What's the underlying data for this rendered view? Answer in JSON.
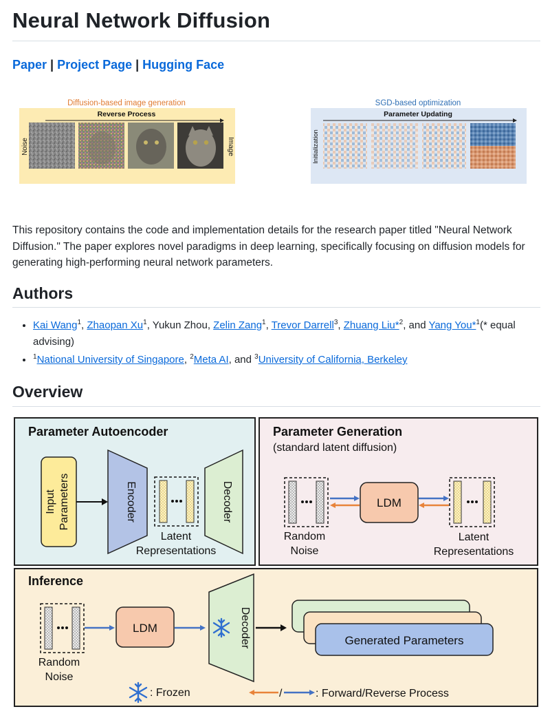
{
  "title": "Neural Network Diffusion",
  "links": {
    "paper": "Paper",
    "project_page": "Project Page",
    "hugging_face": "Hugging Face",
    "separator": " | "
  },
  "teaser": {
    "left_caption": "Diffusion-based image generation",
    "left_header": "Reverse Process",
    "left_start": "Noise",
    "left_end": "Image",
    "right_caption": "SGD-based optimization",
    "right_header": "Parameter Updating",
    "right_start": "Initialization"
  },
  "description": "This repository contains the code and implementation details for the research paper titled \"Neural Network Diffusion.\" The paper explores novel paradigms in deep learning, specifically focusing on diffusion models for generating high-performing neural network parameters.",
  "authors_heading": "Authors",
  "authors": [
    {
      "name": "Kai Wang",
      "sup": "1",
      "link": true,
      "sep": ", "
    },
    {
      "name": "Zhaopan Xu",
      "sup": "1",
      "link": true,
      "sep": ", "
    },
    {
      "name": "Yukun Zhou",
      "sup": "",
      "link": false,
      "sep": ", "
    },
    {
      "name": "Zelin Zang",
      "sup": "1",
      "link": true,
      "sep": ", "
    },
    {
      "name": "Trevor Darrell",
      "sup": "3",
      "link": true,
      "sep": ", "
    },
    {
      "name": "Zhuang Liu*",
      "sup": "2",
      "link": true,
      "sep": ", and "
    },
    {
      "name": "Yang You*",
      "sup": "1",
      "link": true,
      "sep": "(* equal advising)"
    }
  ],
  "affiliations": [
    {
      "sup": "1",
      "name": "National University of Singapore",
      "sep": ", "
    },
    {
      "sup": "2",
      "name": "Meta AI",
      "sep": ", and "
    },
    {
      "sup": "3",
      "name": "University of California, Berkeley",
      "sep": ""
    }
  ],
  "overview_heading": "Overview",
  "diagram": {
    "ae_title": "Parameter Autoencoder",
    "input_l1": "Input",
    "input_l2": "Parameters",
    "encoder": "Encoder",
    "decoder": "Decoder",
    "latent_l1": "Latent",
    "latent_l2": "Representations",
    "gen_title": "Parameter Generation",
    "gen_subtitle": "(standard latent diffusion)",
    "ldm": "LDM",
    "random": "Random",
    "noise": "Noise",
    "inf_title": "Inference",
    "generated": "Generated Parameters",
    "frozen": ": Frozen",
    "fr_process": ": Forward/Reverse Process",
    "slash": "/"
  },
  "colors": {
    "link": "#0969da",
    "ae_bg": "#e2f0f1",
    "gen_bg": "#f7ecee",
    "inf_bg": "#fbefd8",
    "input_fill": "#fdeb9a",
    "encoder_fill": "#b3c3e6",
    "decoder_fill": "#dceed2",
    "ldm_fill": "#f7c9ad",
    "gen_fill": "#a9c1ea",
    "forward_arrow": "#e8833a",
    "reverse_arrow": "#4472c4"
  }
}
